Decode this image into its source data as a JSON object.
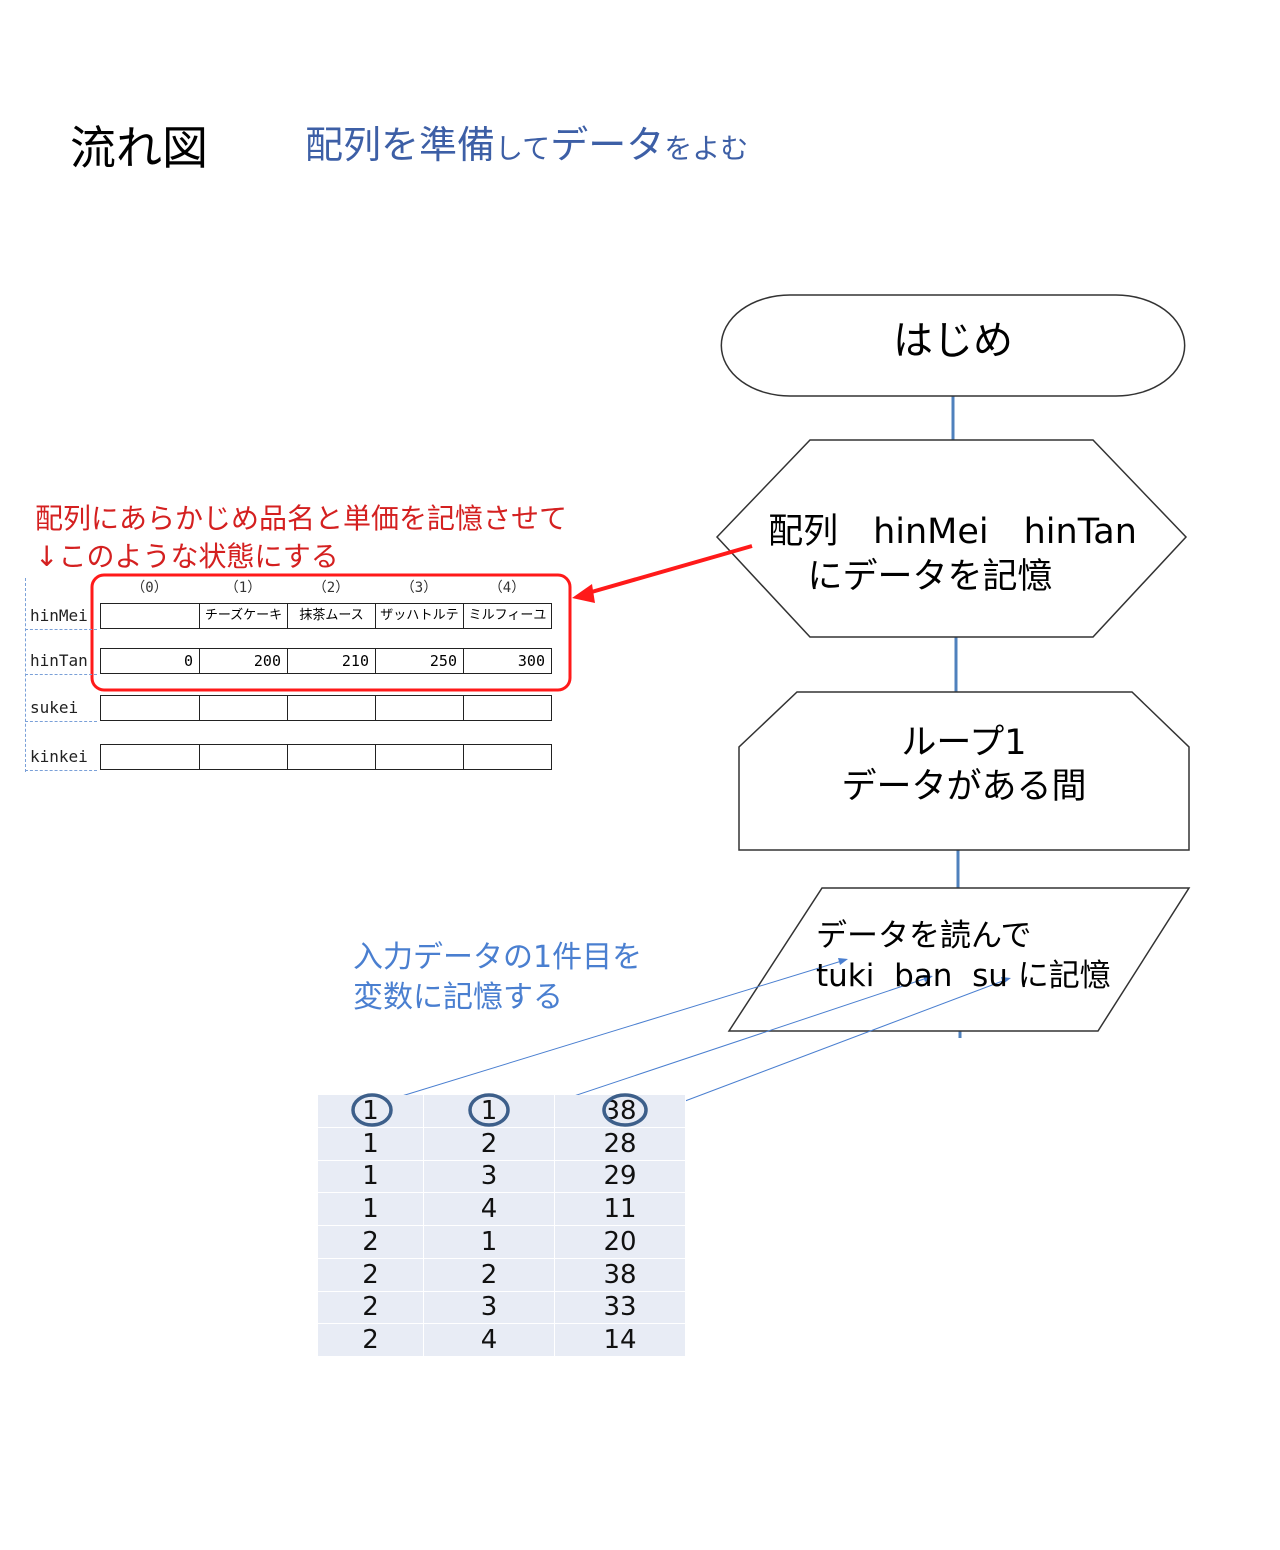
{
  "header": {
    "title": "流れ図",
    "subtitle_main1": "配列を準備",
    "subtitle_small1": "して",
    "subtitle_main2": "データ",
    "subtitle_small2": "をよむ"
  },
  "flowchart": {
    "start_label": "はじめ",
    "prep_line1": "配列　hinMei　hinTan",
    "prep_line2": "にデータを記憶",
    "loop_line1": "ループ1",
    "loop_line2": "データがある間",
    "read_line1": "データを読んで",
    "read_line2": "tuki  ban  su に記憶"
  },
  "annotations": {
    "red_note_line1": "配列にあらかじめ品名と単価を記憶させて",
    "red_note_line2": "↓このような状態にする",
    "blue_note_line1": "入力データの1件目を",
    "blue_note_line2": "変数に記憶する"
  },
  "array_table": {
    "indices": [
      "（0）",
      "（1）",
      "（2）",
      "（3）",
      "（4）"
    ],
    "rows": [
      {
        "name": "hinMei",
        "cells": [
          "",
          "チーズケーキ",
          "抹茶ムース",
          "ザッハトルテ",
          "ミルフィーユ"
        ]
      },
      {
        "name": "hinTan",
        "cells": [
          "0",
          "200",
          "210",
          "250",
          "300"
        ]
      },
      {
        "name": "sukei",
        "cells": [
          "",
          "",
          "",
          "",
          ""
        ]
      },
      {
        "name": "kinkei",
        "cells": [
          "",
          "",
          "",
          "",
          ""
        ]
      }
    ]
  },
  "input_data": {
    "rows": [
      [
        "1",
        "1",
        "38"
      ],
      [
        "1",
        "2",
        "28"
      ],
      [
        "1",
        "3",
        "29"
      ],
      [
        "1",
        "4",
        "11"
      ],
      [
        "2",
        "1",
        "20"
      ],
      [
        "2",
        "2",
        "38"
      ],
      [
        "2",
        "3",
        "33"
      ],
      [
        "2",
        "4",
        "14"
      ]
    ]
  },
  "colors": {
    "flow_line": "#4f81bd",
    "highlight_red": "#ff1a1a",
    "note_red": "#d42020",
    "note_blue": "#4a7fd0",
    "title_blue": "#3d5fa6",
    "circle": "#3d5f8a",
    "table_bg": "#e8ecf5"
  }
}
